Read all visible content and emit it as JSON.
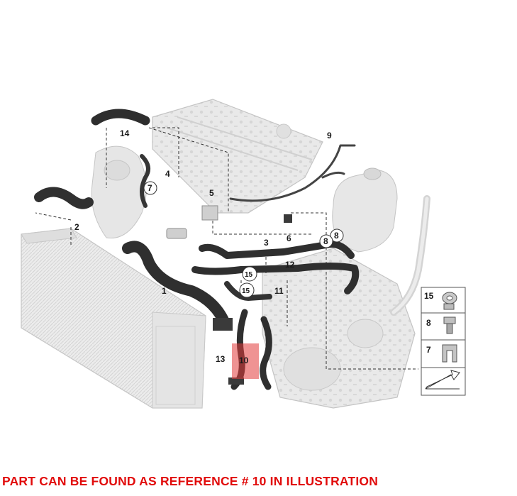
{
  "callouts": {
    "c1": "1",
    "c2": "2",
    "c3": "3",
    "c4": "4",
    "c5": "5",
    "c6": "6",
    "c7": "7",
    "c8a": "8",
    "c8b": "8",
    "c9": "9",
    "c10": "10",
    "c11": "11",
    "c12": "12",
    "c13": "13",
    "c14": "14",
    "c15a": "15",
    "c15b": "15"
  },
  "legend": {
    "k15": "15",
    "k8": "8",
    "k7": "7"
  },
  "highlight_color": "#e23b3b",
  "caption": "PART CAN BE FOUND AS REFERENCE # 10 IN ILLUSTRATION"
}
